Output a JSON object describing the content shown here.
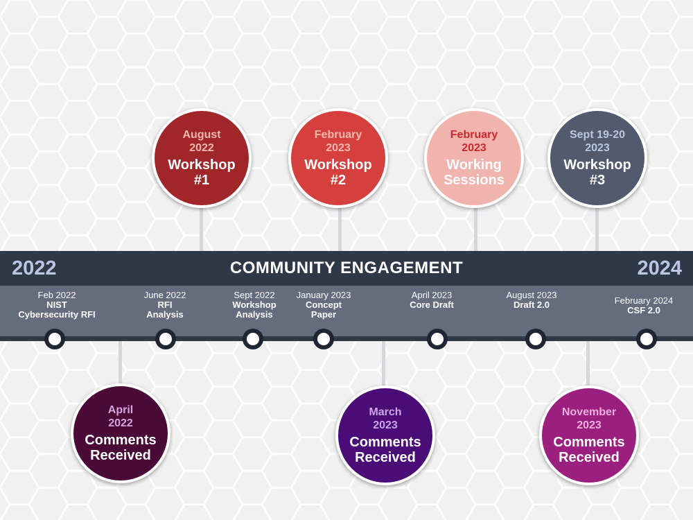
{
  "band": {
    "title": "COMMUNITY ENGAGEMENT",
    "year_start": "2022",
    "year_end": "2024"
  },
  "top_events": [
    {
      "date": "August\n2022",
      "title": "Workshop\n#1",
      "fill": "#a0262a",
      "date_color": "#f2b8ad"
    },
    {
      "date": "February\n2023",
      "title": "Workshop\n#2",
      "fill": "#d5403f",
      "date_color": "#f7b9ae"
    },
    {
      "date": "February\n2023",
      "title": "Working\nSessions",
      "fill": "#f0b3ae",
      "date_color": "#c9282c"
    },
    {
      "date": "Sept 19-20\n2023",
      "title": "Workshop\n#3",
      "fill": "#535a6d",
      "date_color": "#b9c7e2"
    }
  ],
  "bottom_events": [
    {
      "date": "April\n2022",
      "title": "Comments\nReceived",
      "fill": "#4a0a38",
      "date_color": "#d4a6dd"
    },
    {
      "date": "March\n2023",
      "title": "Comments\nReceived",
      "fill": "#4a0d78",
      "date_color": "#c9a6e6"
    },
    {
      "date": "November\n2023",
      "title": "Comments\nReceived",
      "fill": "#9b1f7e",
      "date_color": "#f0b0dc"
    }
  ],
  "milestones": [
    {
      "date": "Feb 2022",
      "title": "NIST\nCybersecurity RFI"
    },
    {
      "date": "June 2022",
      "title": "RFI\nAnalysis"
    },
    {
      "date": "Sept 2022",
      "title": "Workshop\nAnalysis"
    },
    {
      "date": "January 2023",
      "title": "Concept\nPaper"
    },
    {
      "date": "April 2023",
      "title": "Core Draft"
    },
    {
      "date": "August 2023",
      "title": "Draft 2.0"
    },
    {
      "date": "February 2024",
      "title": "CSF 2.0"
    }
  ]
}
